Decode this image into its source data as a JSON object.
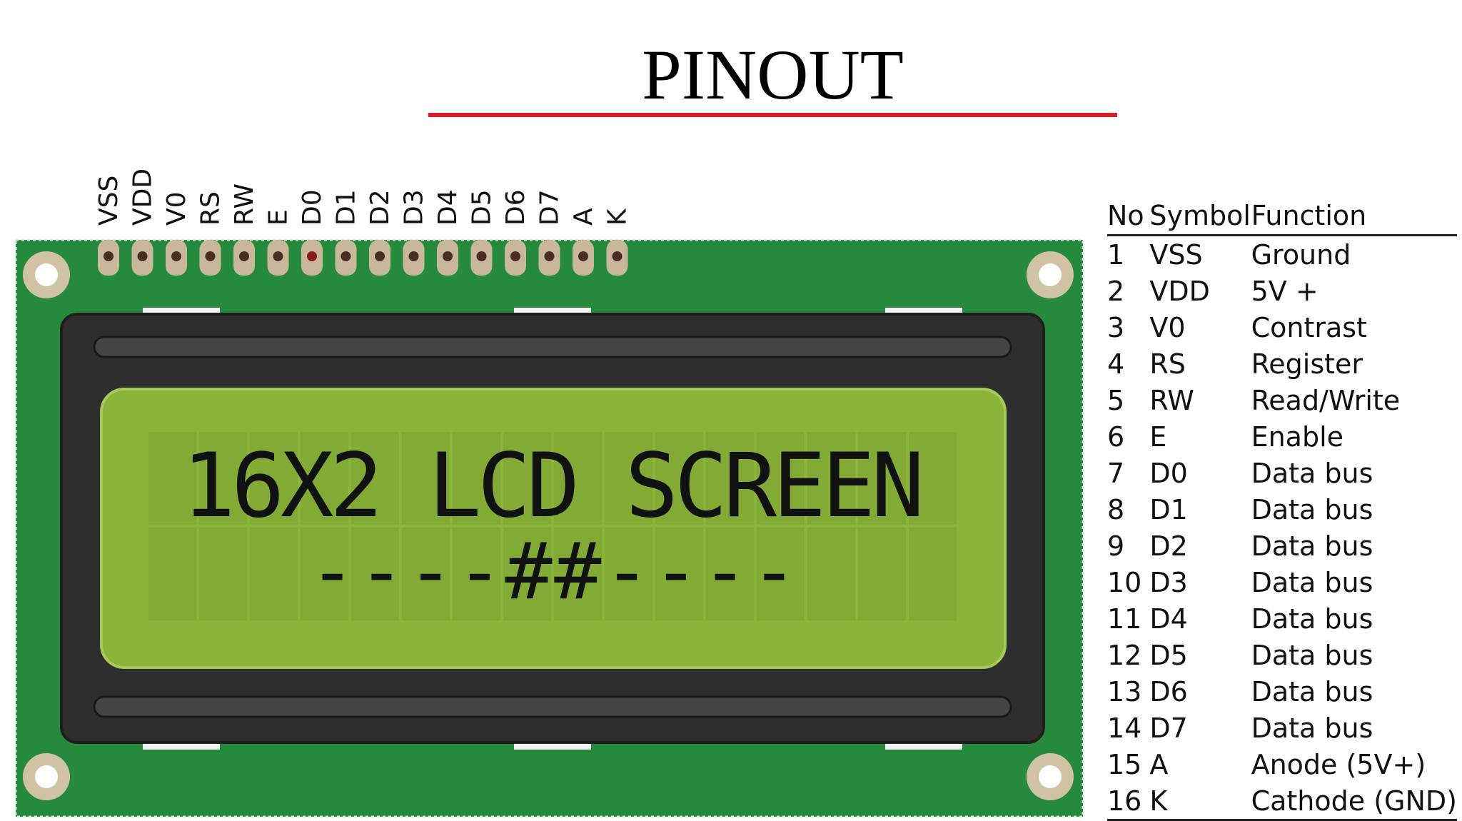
{
  "title": "PINOUT",
  "colors": {
    "title_rule": "#d81e27",
    "board": "#268a3d",
    "bezel": "#2e2e2e",
    "screen": "#8ab43a",
    "glyph": "#111111"
  },
  "board": {
    "screen_lines": [
      "16X2 LCD SCREEN",
      "----##----"
    ]
  },
  "table": {
    "headers": {
      "no": "No",
      "symbol": "Symbol",
      "function": "Function"
    },
    "rows": [
      {
        "no": "1",
        "symbol": "VSS",
        "function": "Ground"
      },
      {
        "no": "2",
        "symbol": "VDD",
        "function": "5V +"
      },
      {
        "no": "3",
        "symbol": "V0",
        "function": "Contrast"
      },
      {
        "no": "4",
        "symbol": "RS",
        "function": "Register"
      },
      {
        "no": "5",
        "symbol": "RW",
        "function": "Read/Write"
      },
      {
        "no": "6",
        "symbol": "E",
        "function": "Enable"
      },
      {
        "no": "7",
        "symbol": "D0",
        "function": "Data bus"
      },
      {
        "no": "8",
        "symbol": "D1",
        "function": "Data bus"
      },
      {
        "no": "9",
        "symbol": "D2",
        "function": "Data bus"
      },
      {
        "no": "10",
        "symbol": "D3",
        "function": "Data bus"
      },
      {
        "no": "11",
        "symbol": "D4",
        "function": "Data bus"
      },
      {
        "no": "12",
        "symbol": "D5",
        "function": "Data bus"
      },
      {
        "no": "13",
        "symbol": "D6",
        "function": "Data bus"
      },
      {
        "no": "14",
        "symbol": "D7",
        "function": "Data bus"
      },
      {
        "no": "15",
        "symbol": "A",
        "function": "Anode (5V+)"
      },
      {
        "no": "16",
        "symbol": "K",
        "function": "Cathode (GND)"
      }
    ]
  }
}
